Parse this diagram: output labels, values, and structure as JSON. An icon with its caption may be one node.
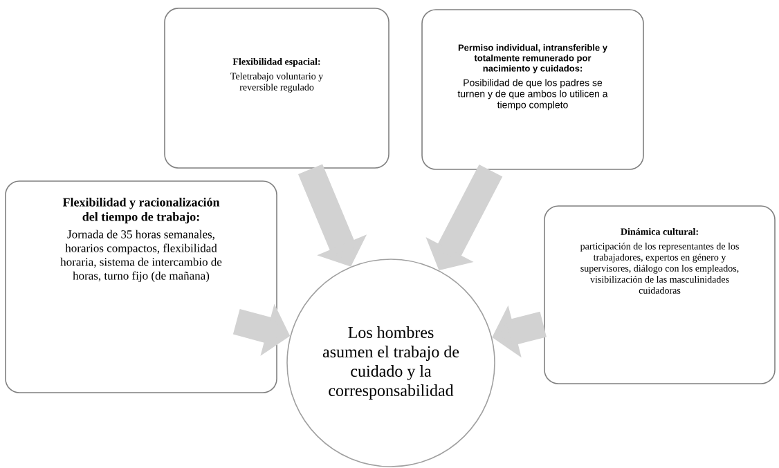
{
  "diagram": {
    "nodes": [
      {
        "text": [
          "Flexibilidad y racionalización del tiempo de trabajo:",
          "Jornada de 35 horas semanales, horarios compactos, flexibilidad horaria, sistema de intercambio de horas, turno fijo (de mañana)"
        ]
      },
      {
        "text": [
          "Flexibilidad espacial:",
          "Teletrabajo voluntario y reversible regulado"
        ]
      },
      {
        "text": [
          "Permiso individual, intransferible y totalmente remunerado por nacimiento y cuidados:",
          "Posibilidad de que los padres se turnen y de que ambos lo utilicen a tiempo completo"
        ]
      },
      {
        "text": [
          "Dinámica cultural:",
          "participación de los representantes de los trabajadores, expertos en género y supervisores, diálogo con los empleados, visibilización de las masculinidades cuidadoras"
        ]
      },
      {
        "text": [
          "Los hombres asumen el trabajo de cuidado y la corresponsabilidad"
        ]
      }
    ],
    "edges": [
      {
        "from": 0,
        "to": 4,
        "arrow": "to"
      },
      {
        "from": 1,
        "to": 4,
        "arrow": "to"
      },
      {
        "from": 2,
        "to": 4,
        "arrow": "to"
      },
      {
        "from": 3,
        "to": 4,
        "arrow": "to"
      }
    ]
  }
}
